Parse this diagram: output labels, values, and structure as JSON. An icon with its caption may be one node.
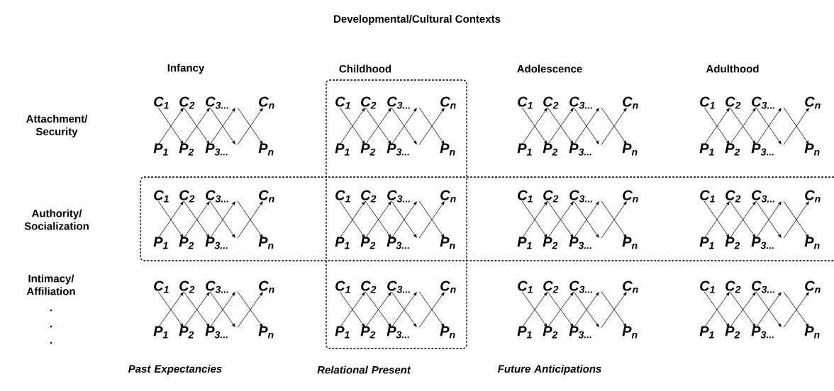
{
  "diagram": {
    "title": "Developmental/Cultural Contexts",
    "nodes": [
      {
        "text": [
          "C$_{1}$"
        ]
      },
      {
        "text": [
          "C$_{2}$"
        ]
      },
      {
        "text": [
          "C$_{3...}$"
        ]
      },
      {
        "text": [
          "C$_{n}$"
        ]
      },
      {
        "text": [
          "P$_{1}$"
        ]
      },
      {
        "text": [
          "P$_{2}$"
        ]
      },
      {
        "text": [
          "P$_{3...}$"
        ]
      },
      {
        "text": [
          "P$_{n}$"
        ]
      },
      {
        "text": [
          "C$_{1}$"
        ]
      },
      {
        "text": [
          "C$_{2}$"
        ]
      },
      {
        "text": [
          "C$_{3...}$"
        ]
      },
      {
        "text": [
          "C$_{n}$"
        ]
      },
      {
        "text": [
          "P$_{1}$"
        ]
      },
      {
        "text": [
          "P$_{2}$"
        ]
      },
      {
        "text": [
          "P$_{3...}$"
        ]
      },
      {
        "text": [
          "P$_{n}$"
        ]
      },
      {
        "text": [
          "C$_{1}$"
        ]
      },
      {
        "text": [
          "C$_{2}$"
        ]
      },
      {
        "text": [
          "C$_{3...}$"
        ]
      },
      {
        "text": [
          "C$_{n}$"
        ]
      },
      {
        "text": [
          "P$_{1}$"
        ]
      },
      {
        "text": [
          "P$_{2}$"
        ]
      },
      {
        "text": [
          "P$_{3...}$"
        ]
      },
      {
        "text": [
          "P$_{n}$"
        ]
      },
      {
        "text": [
          "C$_{1}$"
        ]
      },
      {
        "text": [
          "C$_{2}$"
        ]
      },
      {
        "text": [
          "C$_{3...}$"
        ]
      },
      {
        "text": [
          "C$_{n}$"
        ]
      },
      {
        "text": [
          "P$_{1}$"
        ]
      },
      {
        "text": [
          "P$_{2}$"
        ]
      },
      {
        "text": [
          "P$_{3...}$"
        ]
      },
      {
        "text": [
          "P$_{n}$"
        ]
      },
      {
        "text": [
          "C$_{1}$"
        ]
      },
      {
        "text": [
          "C$_{2}$"
        ]
      },
      {
        "text": [
          "C$_{3...}$"
        ]
      },
      {
        "text": [
          "C$_{n}$"
        ]
      },
      {
        "text": [
          "P$_{1}$"
        ]
      },
      {
        "text": [
          "P$_{2}$"
        ]
      },
      {
        "text": [
          "P$_{3...}$"
        ]
      },
      {
        "text": [
          "P$_{n}$"
        ]
      },
      {
        "text": [
          "C$_{1}$"
        ]
      },
      {
        "text": [
          "C$_{2}$"
        ]
      },
      {
        "text": [
          "C$_{3...}$"
        ]
      },
      {
        "text": [
          "C$_{n}$"
        ]
      },
      {
        "text": [
          "P$_{1}$"
        ]
      },
      {
        "text": [
          "P$_{2}$"
        ]
      },
      {
        "text": [
          "P$_{3...}$"
        ]
      },
      {
        "text": [
          "P$_{n}$"
        ]
      },
      {
        "text": [
          "C$_{1}$"
        ]
      },
      {
        "text": [
          "C$_{2}$"
        ]
      },
      {
        "text": [
          "C$_{3...}$"
        ]
      },
      {
        "text": [
          "C$_{n}$"
        ]
      },
      {
        "text": [
          "P$_{1}$"
        ]
      },
      {
        "text": [
          "P$_{2}$"
        ]
      },
      {
        "text": [
          "P$_{3...}$"
        ]
      },
      {
        "text": [
          "P$_{n}$"
        ]
      },
      {
        "text": [
          "C$_{1}$"
        ]
      },
      {
        "text": [
          "C$_{2}$"
        ]
      },
      {
        "text": [
          "C$_{3...}$"
        ]
      },
      {
        "text": [
          "C$_{n}$"
        ]
      },
      {
        "text": [
          "P$_{1}$"
        ]
      },
      {
        "text": [
          "P$_{2}$"
        ]
      },
      {
        "text": [
          "P$_{3...}$"
        ]
      },
      {
        "text": [
          "P$_{n}$"
        ]
      },
      {
        "text": [
          "C$_{1}$"
        ]
      },
      {
        "text": [
          "C$_{2}$"
        ]
      },
      {
        "text": [
          "C$_{3...}$"
        ]
      },
      {
        "text": [
          "C$_{n}$"
        ]
      },
      {
        "text": [
          "P$_{1}$"
        ]
      },
      {
        "text": [
          "P$_{2}$"
        ]
      },
      {
        "text": [
          "P$_{3...}$"
        ]
      },
      {
        "text": [
          "P$_{n}$"
        ]
      },
      {
        "text": [
          "C$_{1}$"
        ]
      },
      {
        "text": [
          "C$_{2}$"
        ]
      },
      {
        "text": [
          "C$_{3...}$"
        ]
      },
      {
        "text": [
          "C$_{n}$"
        ]
      },
      {
        "text": [
          "P$_{1}$"
        ]
      },
      {
        "text": [
          "P$_{2}$"
        ]
      },
      {
        "text": [
          "P$_{3...}$"
        ]
      },
      {
        "text": [
          "P$_{n}$"
        ]
      },
      {
        "text": [
          "C$_{1}$"
        ]
      },
      {
        "text": [
          "C$_{2}$"
        ]
      },
      {
        "text": [
          "C$_{3...}$"
        ]
      },
      {
        "text": [
          "C$_{n}$"
        ]
      },
      {
        "text": [
          "P$_{1}$"
        ]
      },
      {
        "text": [
          "P$_{2}$"
        ]
      },
      {
        "text": [
          "P$_{3...}$"
        ]
      },
      {
        "text": [
          "P$_{n}$"
        ]
      },
      {
        "text": [
          "C$_{1}$"
        ]
      },
      {
        "text": [
          "C$_{2}$"
        ]
      },
      {
        "text": [
          "C$_{3...}$"
        ]
      },
      {
        "text": [
          "C$_{n}$"
        ]
      },
      {
        "text": [
          "P$_{1}$"
        ]
      },
      {
        "text": [
          "P$_{2}$"
        ]
      },
      {
        "text": [
          "P$_{3...}$"
        ]
      },
      {
        "text": [
          "P$_{n}$"
        ]
      }
    ],
    "edges": [
      {
        "from": 0,
        "to": 5,
        "arrow": "to"
      },
      {
        "from": 4,
        "to": 1,
        "arrow": "to"
      },
      {
        "from": 1,
        "to": 6,
        "arrow": "to"
      },
      {
        "from": 5,
        "to": 2,
        "arrow": "to"
      },
      {
        "from": 2,
        "to": 6,
        "arrow": "to"
      },
      {
        "from": 6,
        "to": 2,
        "arrow": "to"
      },
      {
        "from": 2,
        "to": 7,
        "arrow": "to"
      },
      {
        "from": 6,
        "to": 3,
        "arrow": "to"
      },
      {
        "from": 8,
        "to": 13,
        "arrow": "to"
      },
      {
        "from": 12,
        "to": 9,
        "arrow": "to"
      },
      {
        "from": 9,
        "to": 14,
        "arrow": "to"
      },
      {
        "from": 13,
        "to": 10,
        "arrow": "to"
      },
      {
        "from": 10,
        "to": 14,
        "arrow": "to"
      },
      {
        "from": 14,
        "to": 10,
        "arrow": "to"
      },
      {
        "from": 10,
        "to": 15,
        "arrow": "to"
      },
      {
        "from": 14,
        "to": 11,
        "arrow": "to"
      },
      {
        "from": 16,
        "to": 21,
        "arrow": "to"
      },
      {
        "from": 20,
        "to": 17,
        "arrow": "to"
      },
      {
        "from": 17,
        "to": 22,
        "arrow": "to"
      },
      {
        "from": 21,
        "to": 18,
        "arrow": "to"
      },
      {
        "from": 18,
        "to": 22,
        "arrow": "to"
      },
      {
        "from": 22,
        "to": 18,
        "arrow": "to"
      },
      {
        "from": 18,
        "to": 23,
        "arrow": "to"
      },
      {
        "from": 22,
        "to": 19,
        "arrow": "to"
      },
      {
        "from": 24,
        "to": 29,
        "arrow": "to"
      },
      {
        "from": 28,
        "to": 25,
        "arrow": "to"
      },
      {
        "from": 25,
        "to": 30,
        "arrow": "to"
      },
      {
        "from": 29,
        "to": 26,
        "arrow": "to"
      },
      {
        "from": 26,
        "to": 30,
        "arrow": "to"
      },
      {
        "from": 30,
        "to": 26,
        "arrow": "to"
      },
      {
        "from": 26,
        "to": 31,
        "arrow": "to"
      },
      {
        "from": 30,
        "to": 27,
        "arrow": "to"
      },
      {
        "from": 32,
        "to": 37,
        "arrow": "to"
      },
      {
        "from": 36,
        "to": 33,
        "arrow": "to"
      },
      {
        "from": 33,
        "to": 38,
        "arrow": "to"
      },
      {
        "from": 37,
        "to": 34,
        "arrow": "to"
      },
      {
        "from": 34,
        "to": 38,
        "arrow": "to"
      },
      {
        "from": 38,
        "to": 34,
        "arrow": "to"
      },
      {
        "from": 34,
        "to": 39,
        "arrow": "to"
      },
      {
        "from": 38,
        "to": 35,
        "arrow": "to"
      },
      {
        "from": 40,
        "to": 45,
        "arrow": "to"
      },
      {
        "from": 44,
        "to": 41,
        "arrow": "to"
      },
      {
        "from": 41,
        "to": 46,
        "arrow": "to"
      },
      {
        "from": 45,
        "to": 42,
        "arrow": "to"
      },
      {
        "from": 42,
        "to": 46,
        "arrow": "to"
      },
      {
        "from": 46,
        "to": 42,
        "arrow": "to"
      },
      {
        "from": 42,
        "to": 47,
        "arrow": "to"
      },
      {
        "from": 46,
        "to": 43,
        "arrow": "to"
      },
      {
        "from": 48,
        "to": 53,
        "arrow": "to"
      },
      {
        "from": 52,
        "to": 49,
        "arrow": "to"
      },
      {
        "from": 49,
        "to": 54,
        "arrow": "to"
      },
      {
        "from": 53,
        "to": 50,
        "arrow": "to"
      },
      {
        "from": 50,
        "to": 54,
        "arrow": "to"
      },
      {
        "from": 54,
        "to": 50,
        "arrow": "to"
      },
      {
        "from": 50,
        "to": 55,
        "arrow": "to"
      },
      {
        "from": 54,
        "to": 51,
        "arrow": "to"
      },
      {
        "from": 56,
        "to": 61,
        "arrow": "to"
      },
      {
        "from": 60,
        "to": 57,
        "arrow": "to"
      },
      {
        "from": 57,
        "to": 62,
        "arrow": "to"
      },
      {
        "from": 61,
        "to": 58,
        "arrow": "to"
      },
      {
        "from": 58,
        "to": 62,
        "arrow": "to"
      },
      {
        "from": 62,
        "to": 58,
        "arrow": "to"
      },
      {
        "from": 58,
        "to": 63,
        "arrow": "to"
      },
      {
        "from": 62,
        "to": 59,
        "arrow": "to"
      },
      {
        "from": 64,
        "to": 69,
        "arrow": "to"
      },
      {
        "from": 68,
        "to": 65,
        "arrow": "to"
      },
      {
        "from": 65,
        "to": 70,
        "arrow": "to"
      },
      {
        "from": 69,
        "to": 66,
        "arrow": "to"
      },
      {
        "from": 66,
        "to": 70,
        "arrow": "to"
      },
      {
        "from": 70,
        "to": 66,
        "arrow": "to"
      },
      {
        "from": 66,
        "to": 71,
        "arrow": "to"
      },
      {
        "from": 70,
        "to": 67,
        "arrow": "to"
      },
      {
        "from": 72,
        "to": 77,
        "arrow": "to"
      },
      {
        "from": 76,
        "to": 73,
        "arrow": "to"
      },
      {
        "from": 73,
        "to": 78,
        "arrow": "to"
      },
      {
        "from": 77,
        "to": 74,
        "arrow": "to"
      },
      {
        "from": 74,
        "to": 78,
        "arrow": "to"
      },
      {
        "from": 78,
        "to": 74,
        "arrow": "to"
      },
      {
        "from": 74,
        "to": 79,
        "arrow": "to"
      },
      {
        "from": 78,
        "to": 75,
        "arrow": "to"
      },
      {
        "from": 80,
        "to": 85,
        "arrow": "to"
      },
      {
        "from": 84,
        "to": 81,
        "arrow": "to"
      },
      {
        "from": 81,
        "to": 86,
        "arrow": "to"
      },
      {
        "from": 85,
        "to": 82,
        "arrow": "to"
      },
      {
        "from": 82,
        "to": 86,
        "arrow": "to"
      },
      {
        "from": 86,
        "to": 82,
        "arrow": "to"
      },
      {
        "from": 82,
        "to": 87,
        "arrow": "to"
      },
      {
        "from": 86,
        "to": 83,
        "arrow": "to"
      },
      {
        "from": 88,
        "to": 93,
        "arrow": "to"
      },
      {
        "from": 92,
        "to": 89,
        "arrow": "to"
      },
      {
        "from": 89,
        "to": 94,
        "arrow": "to"
      },
      {
        "from": 93,
        "to": 90,
        "arrow": "to"
      },
      {
        "from": 90,
        "to": 94,
        "arrow": "to"
      },
      {
        "from": 94,
        "to": 90,
        "arrow": "to"
      },
      {
        "from": 90,
        "to": 95,
        "arrow": "to"
      },
      {
        "from": 94,
        "to": 91,
        "arrow": "to"
      }
    ],
    "labels": [
      "Infancy",
      "Childhood",
      "Adolescence",
      "Adulthood",
      "Attachment/ Security",
      "Authority/ Socialization",
      "Intimacy/ Affiliation",
      ".",
      ".",
      ".",
      "Past Expectancies",
      "Relational Present",
      "Future Anticipations"
    ]
  }
}
